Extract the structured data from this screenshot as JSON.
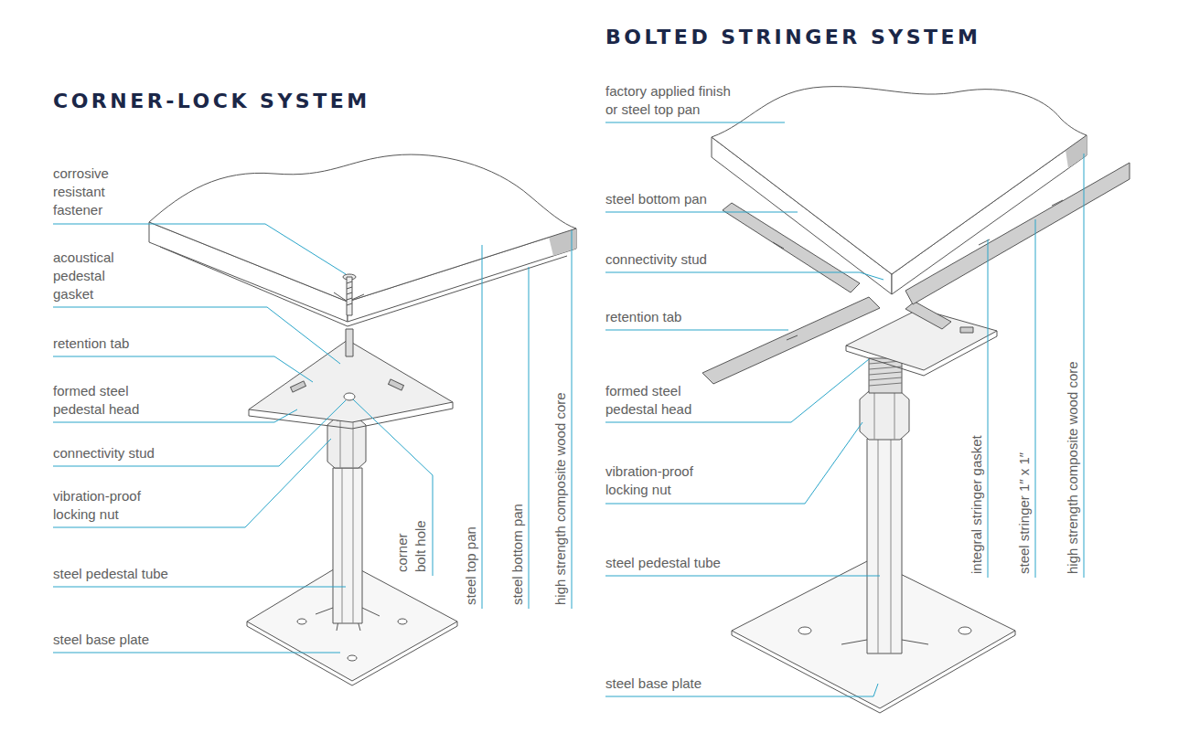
{
  "diagram": {
    "labels": [
      "CORNER-LOCK SYSTEM",
      "corrosive resistant fastener",
      "acoustical pedestal gasket",
      "retention tab",
      "formed steel pedestal head",
      "connectivity stud",
      "vibration-proof locking nut",
      "steel pedestal tube",
      "steel base plate",
      "corner bolt hole",
      "steel top pan",
      "steel bottom pan",
      "high strength composite wood core",
      "BOLTED STRINGER SYSTEM",
      "factory applied finish or steel top pan",
      "steel bottom pan",
      "connectivity stud",
      "retention tab",
      "formed steel pedestal head",
      "vibration-proof locking nut",
      "steel pedestal tube",
      "steel base plate",
      "integral stringer gasket",
      "steel stringer 1″ x 1″",
      "high strength composite wood core"
    ]
  }
}
